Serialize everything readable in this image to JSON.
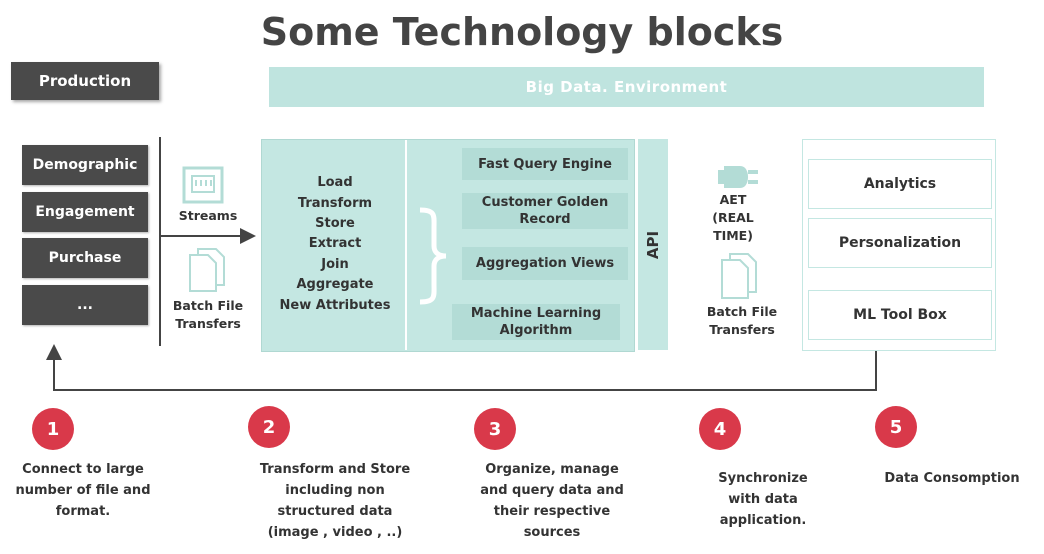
{
  "title": "Some Technology blocks",
  "production_label": "Production",
  "environment_label": "Big  Data.   Environment",
  "sources": [
    "Demographic",
    "Engagement",
    "Purchase",
    "..."
  ],
  "ingest": {
    "streams": "Streams",
    "batch": "Batch File Transfers"
  },
  "processing_steps": [
    "Load",
    "Transform",
    "Store",
    "Extract",
    "Join",
    "Aggregate",
    "New Attributes"
  ],
  "query_boxes": [
    "Fast Query Engine",
    "Customer Golden Record",
    "Aggregation Views",
    "Machine Learning Algorithm"
  ],
  "api_label": "API",
  "export": {
    "aet": "AET (REAL TIME)",
    "batch": "Batch File Transfers"
  },
  "consumption": [
    "Analytics",
    "Personalization",
    "ML Tool Box"
  ],
  "steps": [
    {
      "num": "1",
      "text": "Connect to large number of file and format."
    },
    {
      "num": "2",
      "text": "Transform and Store including non structured data (image , video , ..)"
    },
    {
      "num": "3",
      "text": "Organize, manage and query data and their respective sources"
    },
    {
      "num": "4",
      "text": "Synchronize with data application."
    },
    {
      "num": "5",
      "text": "Data Consomption"
    }
  ],
  "colors": {
    "teal": "#c4e7e2",
    "dark": "#4a4a4a",
    "red": "#d9394a"
  }
}
